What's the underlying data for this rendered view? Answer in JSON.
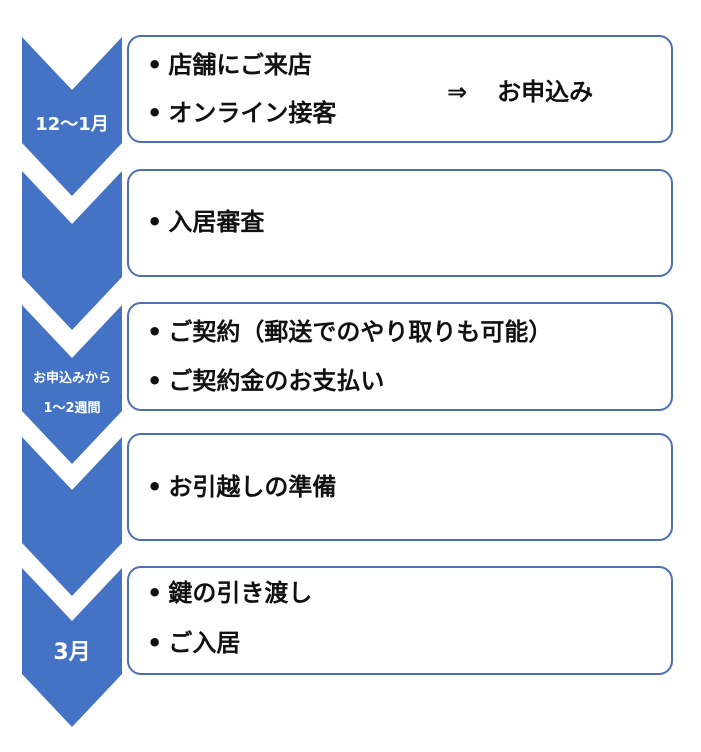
{
  "colors": {
    "chevron_fill": "#4472c4",
    "box_border": "#4f6fb0",
    "text": "#111111",
    "chevron_text": "#ffffff"
  },
  "chevron_labels": {
    "period_1": "12～1月",
    "period_2_line1": "お申込みから",
    "period_2_line2": "1～2週間",
    "period_3": "3月"
  },
  "steps": [
    {
      "lines": [
        "店舗にご来店",
        "オンライン接客"
      ],
      "arrow": "⇒",
      "result": "お申込み"
    },
    {
      "lines": [
        "入居審査"
      ]
    },
    {
      "lines": [
        "ご契約（郵送でのやり取りも可能）",
        "ご契約金のお支払い"
      ]
    },
    {
      "lines": [
        "お引越しの準備"
      ]
    },
    {
      "lines": [
        "鍵の引き渡し",
        "ご入居"
      ]
    }
  ]
}
